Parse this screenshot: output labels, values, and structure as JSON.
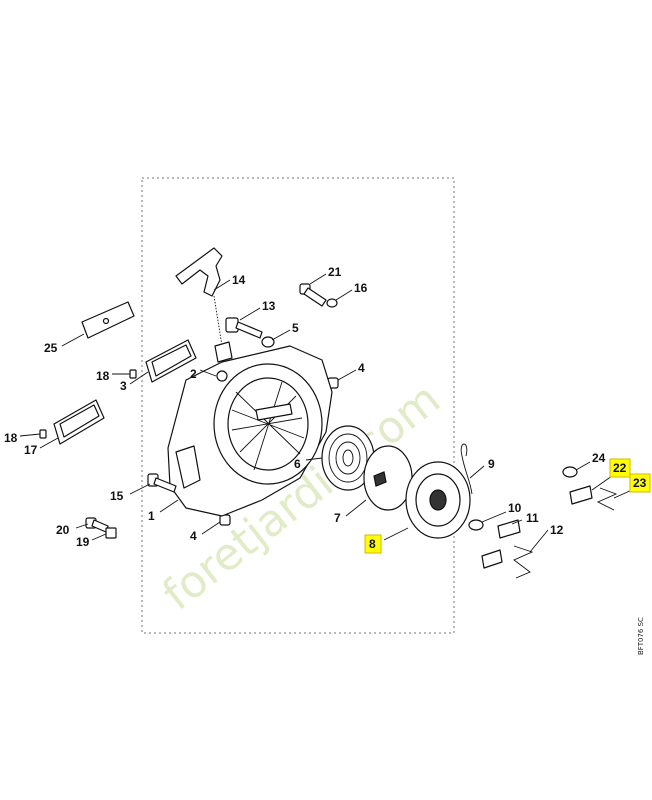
{
  "diagram": {
    "reference_code": "BFT076 SC",
    "watermark": "foretjardin.com",
    "highlight_color": "#ffff00",
    "callouts": [
      {
        "id": "1",
        "label": "1",
        "highlighted": false
      },
      {
        "id": "2",
        "label": "2",
        "highlighted": false
      },
      {
        "id": "3",
        "label": "3",
        "highlighted": false
      },
      {
        "id": "4a",
        "label": "4",
        "highlighted": false
      },
      {
        "id": "4b",
        "label": "4",
        "highlighted": false
      },
      {
        "id": "5",
        "label": "5",
        "highlighted": false
      },
      {
        "id": "6",
        "label": "6",
        "highlighted": false
      },
      {
        "id": "7",
        "label": "7",
        "highlighted": false
      },
      {
        "id": "8",
        "label": "8",
        "highlighted": true
      },
      {
        "id": "9",
        "label": "9",
        "highlighted": false
      },
      {
        "id": "10",
        "label": "10",
        "highlighted": false
      },
      {
        "id": "11",
        "label": "11",
        "highlighted": false
      },
      {
        "id": "12",
        "label": "12",
        "highlighted": false
      },
      {
        "id": "13",
        "label": "13",
        "highlighted": false
      },
      {
        "id": "14",
        "label": "14",
        "highlighted": false
      },
      {
        "id": "15",
        "label": "15",
        "highlighted": false
      },
      {
        "id": "16",
        "label": "16",
        "highlighted": false
      },
      {
        "id": "17",
        "label": "17",
        "highlighted": false
      },
      {
        "id": "18a",
        "label": "18",
        "highlighted": false
      },
      {
        "id": "18b",
        "label": "18",
        "highlighted": false
      },
      {
        "id": "19",
        "label": "19",
        "highlighted": false
      },
      {
        "id": "20",
        "label": "20",
        "highlighted": false
      },
      {
        "id": "21",
        "label": "21",
        "highlighted": false
      },
      {
        "id": "22",
        "label": "22",
        "highlighted": true
      },
      {
        "id": "23",
        "label": "23",
        "highlighted": true
      },
      {
        "id": "24",
        "label": "24",
        "highlighted": false
      },
      {
        "id": "25",
        "label": "25",
        "highlighted": false
      }
    ]
  }
}
